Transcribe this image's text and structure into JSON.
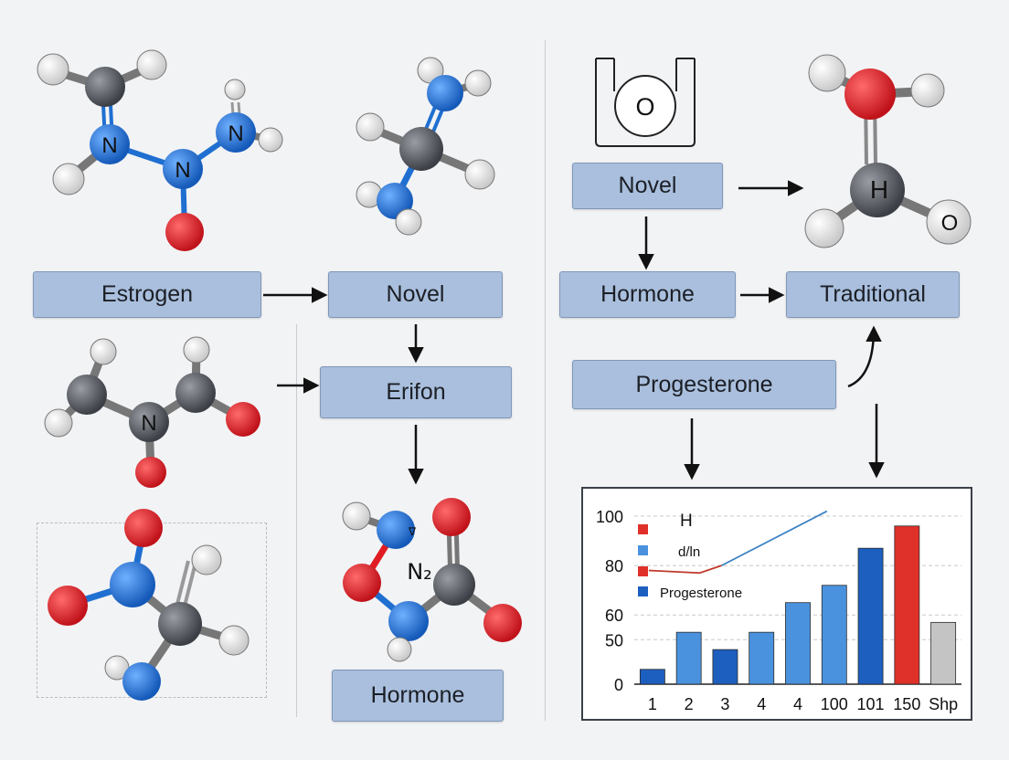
{
  "boxes": {
    "estrogen": "Estrogen",
    "novel_left": "Novel",
    "erifon": "Erifon",
    "hormone_bottom": "Hormone",
    "novel_right": "Novel",
    "hormone_right": "Hormone",
    "traditional": "Traditional",
    "progesterone": "Progesterone"
  },
  "molecule_labels": {
    "m1_n1": "N",
    "m1_n2": "N",
    "m1_n3": "N",
    "m3_n": "N",
    "m5_n2": "N₂",
    "m5_nabla": "∇",
    "m6_o": "O",
    "m7_h": "H",
    "m7_o": "O"
  },
  "colors": {
    "carbon": "#4a4d54",
    "hydrogen": "#eeeeee",
    "nitrogen": "#1f6fd1",
    "oxygen": "#e01b22",
    "box_fill": "#a9bfdd"
  },
  "chart_data": {
    "type": "bar",
    "categories": [
      "1",
      "2",
      "3",
      "4",
      "4",
      "100",
      "101",
      "150",
      "Shp"
    ],
    "values": [
      38,
      53,
      46,
      53,
      65,
      72,
      87,
      96,
      57
    ],
    "bar_colors": [
      "#1d5fbf",
      "#4a92de",
      "#1d5fbf",
      "#4a92de",
      "#4a92de",
      "#4a92de",
      "#1d5fbf",
      "#e0302a",
      "#c4c4c4"
    ],
    "y_ticks": [
      "0",
      "50",
      "60",
      "80",
      "100"
    ],
    "y_tick_values": [
      32,
      50,
      60,
      80,
      100
    ],
    "ylim": [
      32,
      100
    ],
    "grid": "dashed-horizontal",
    "legend": {
      "position": "top-left",
      "entries": [
        {
          "label": "H",
          "color": "#e0302a"
        },
        {
          "label": "d/ln",
          "color": "#4a92de"
        },
        {
          "label": "",
          "color": "#e0302a"
        },
        {
          "label": "Progesterone",
          "color": "#1d5fbf"
        }
      ]
    },
    "lines": [
      {
        "name": "red-line",
        "color": "#c0392b",
        "points": [
          [
            0.4,
            78
          ],
          [
            1.8,
            77
          ],
          [
            2.4,
            80
          ]
        ]
      },
      {
        "name": "blue-line",
        "color": "#3b82c4",
        "points": [
          [
            2.4,
            80
          ],
          [
            5.3,
            102
          ]
        ]
      }
    ]
  }
}
